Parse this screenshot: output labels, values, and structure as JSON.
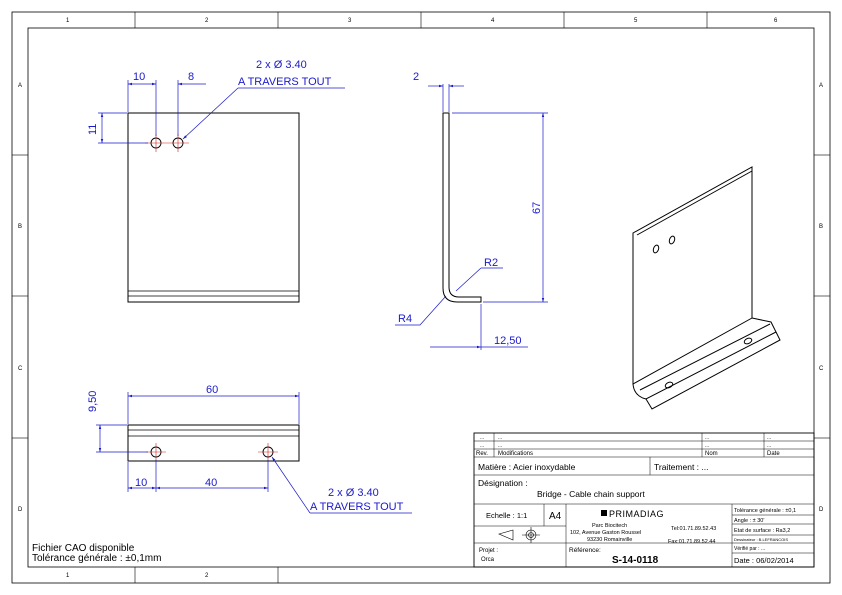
{
  "border": {
    "cols": [
      "1",
      "2",
      "3",
      "4",
      "5",
      "6"
    ],
    "rows": [
      "A",
      "B",
      "C",
      "D"
    ],
    "bottom_cols": [
      "1",
      "2"
    ]
  },
  "front_view": {
    "dim_10": "10",
    "dim_8": "8",
    "dim_11": "11",
    "hole_note_line1": "2 x Ø 3.40",
    "hole_note_line2": "A TRAVERS TOUT"
  },
  "side_view": {
    "dim_2": "2",
    "dim_67": "67",
    "r2": "R2",
    "r4": "R4",
    "dim_12_50": "12,50"
  },
  "top_view": {
    "dim_60": "60",
    "dim_9_50": "9,50",
    "dim_10": "10",
    "dim_40": "40",
    "hole_note_line1": "2 x Ø 3.40",
    "hole_note_line2": "A TRAVERS TOUT"
  },
  "notes": {
    "cao": "Fichier CAO disponible",
    "tolerance": "Tolérance générale : ±0,1mm"
  },
  "title_block": {
    "rev_rows": [
      [
        "...",
        "...",
        "...",
        "..."
      ],
      [
        "...",
        "...",
        "...",
        "..."
      ]
    ],
    "rev_label": "Rev.",
    "modifications_label": "Modifications",
    "nom_label": "Nom",
    "date_label": "Date",
    "matiere": "Matière : Acier inoxydable",
    "traitement": "Traitement : ...",
    "designation_label": "Désignation :",
    "designation": "Bridge - Cable chain support",
    "echelle": "Echelle : 1:1",
    "format": "A4",
    "company": "PRIMADIAG",
    "address1": "Parc Biocitech",
    "address2": "102, Avenue Gaston Roussel",
    "address3": "93230 Romainville",
    "tel": "Tel:01.71.89.52.43",
    "fax": "Fax:01.71.89.52.44",
    "tol_generale": "Tolérance générale : ±0,1",
    "angle": "Angle : ± 30'",
    "etat_surface": "Etat de surface : Ra3,2",
    "dessinateur": "Dessinateur : B.LEFRANCOIS",
    "verifie": "Vérifié par : ...",
    "date": "Date : 06/02/2014",
    "projet_label": "Projet :",
    "projet": "Orca",
    "reference_label": "Référence:",
    "reference": "S-14-0118"
  }
}
